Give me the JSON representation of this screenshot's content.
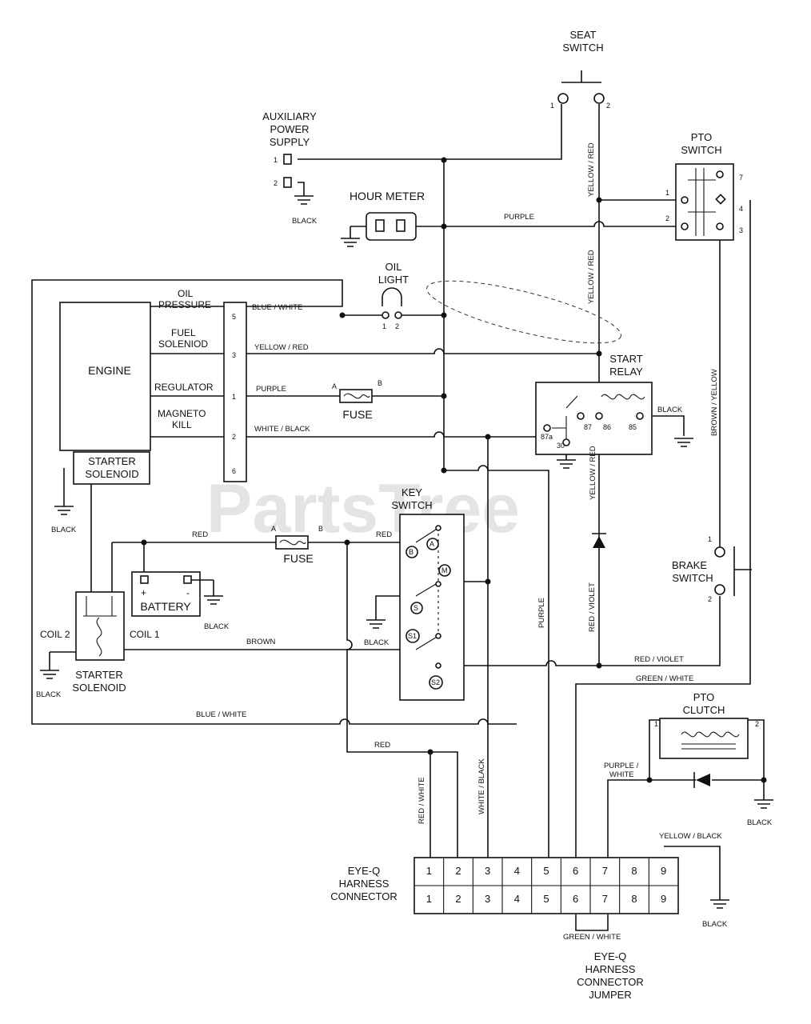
{
  "watermark": "PartsTree",
  "components": {
    "seat_switch": [
      "SEAT",
      "SWITCH"
    ],
    "aux_power": [
      "AUXILIARY",
      "POWER",
      "SUPPLY"
    ],
    "pto_switch": [
      "PTO",
      "SWITCH"
    ],
    "hour_meter": "HOUR METER",
    "oil_light": [
      "OIL",
      "LIGHT"
    ],
    "engine": "ENGINE",
    "start_relay": [
      "START",
      "RELAY"
    ],
    "fuse_top": "FUSE",
    "fuse_bottom": "FUSE",
    "starter_solenoid_box": [
      "STARTER",
      "SOLENOID"
    ],
    "starter_solenoid_bottom": [
      "STARTER",
      "SOLENOID"
    ],
    "key_switch": [
      "KEY",
      "SWITCH"
    ],
    "battery": "BATTERY",
    "brake_switch": [
      "BRAKE",
      "SWITCH"
    ],
    "pto_clutch": [
      "PTO",
      "CLUTCH"
    ],
    "connector": [
      "EYE-Q",
      "HARNESS",
      "CONNECTOR"
    ],
    "jumper": [
      "EYE-Q",
      "HARNESS",
      "CONNECTOR",
      "JUMPER"
    ],
    "coil2": "COIL 2",
    "coil1": "COIL 1"
  },
  "engine_labels": {
    "oil_pressure": [
      "OIL",
      "PRESSURE"
    ],
    "fuel_solenoid": [
      "FUEL",
      "SOLENIOD"
    ],
    "regulator": "REGULATOR",
    "magneto_kill": [
      "MAGNETO",
      "KILL"
    ]
  },
  "engine_pins": [
    "5",
    "3",
    "1",
    "2",
    "6"
  ],
  "wire_labels": {
    "black": "BLACK",
    "purple": "PURPLE",
    "blue_white": "BLUE / WHITE",
    "yellow_red": "YELLOW / RED",
    "white_black": "WHITE / BLACK",
    "red": "RED",
    "brown": "BROWN",
    "red_violet": "RED / VIOLET",
    "red_slash_violet": "RED / VIOLET",
    "green_white": "GREEN / WHITE",
    "brown_yellow": "BROWN / YELLOW",
    "red_white": "RED / WHITE",
    "purple_white": [
      "PURPLE /",
      "WHITE"
    ],
    "yellow_black": "YELLOW / BLACK"
  },
  "pins": {
    "seat": [
      "1",
      "2"
    ],
    "aux": [
      "1",
      "2"
    ],
    "oil": [
      "1",
      "2"
    ],
    "pto_left": [
      "1",
      "2"
    ],
    "pto_right": [
      "7",
      "4",
      "3"
    ],
    "relay": [
      "87a",
      "30",
      "87",
      "86",
      "85"
    ],
    "fuse_top": [
      "A",
      "B"
    ],
    "fuse_bottom": [
      "A",
      "B"
    ],
    "key": [
      "B",
      "A",
      "M",
      "S",
      "S1",
      "S2"
    ],
    "brake": [
      "1",
      "2"
    ],
    "clutch": [
      "1",
      "2"
    ],
    "battery": [
      "+",
      "-"
    ]
  },
  "connector_pins": [
    "1",
    "2",
    "3",
    "4",
    "5",
    "6",
    "7",
    "8",
    "9"
  ]
}
